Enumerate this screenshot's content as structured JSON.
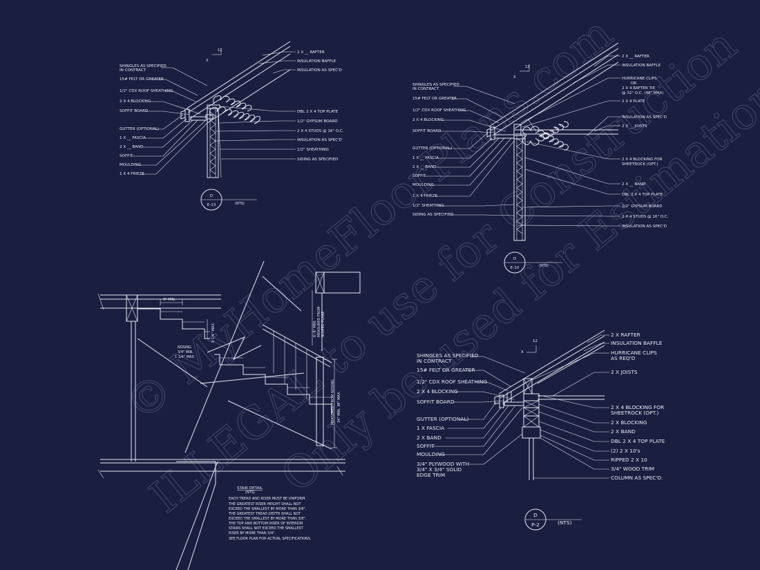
{
  "colors": {
    "background": "#1b1f3f",
    "linework": "#e6e8f5",
    "watermark": "#969ec8"
  },
  "watermark": {
    "line1": "© MyHomeFloorPlans.com",
    "line2": "ILLEGAL to use for Construction",
    "line3": "Only be used for Estimations"
  },
  "detail_e13": {
    "circle_letter": "D",
    "circle_sheet": "E-13",
    "scale": "(NTS)",
    "pitch_run": "X",
    "pitch_rise": "12",
    "labels_left": [
      "SHINGLES AS SPECIFIED",
      "IN CONTRACT",
      "15# FELT OR GREATER",
      "1/2\" CDX ROOF SHEATHING",
      "2 X 4 BLOCKING",
      "SOFFIT BOARD",
      "GUTTER (OPTIONAL)",
      "1 X __ FASCIA",
      "2 X __ BAND",
      "SOFFIT",
      "MOULDING",
      "1 X 4 FRIEZE"
    ],
    "labels_right": [
      "2 X __ RAFTER",
      "INSULATION BAFFLE",
      "INSULATION AS SPEC'D",
      "DBL 2 X 4 TOP PLATE",
      "1/2\" GYPSUM BOARD",
      "2 X 4 STUDS @ 16\" O.C.",
      "INSULATION AS SPEC'D",
      "1/2\" SHEATHING",
      "SIDING AS SPECIFIED"
    ]
  },
  "detail_e10": {
    "circle_letter": "D",
    "circle_sheet": "E-10",
    "scale": "(NTS)",
    "pitch_run": "X",
    "pitch_rise": "12",
    "labels_left": [
      "SHINGLES AS SPECIFIED",
      "IN CONTRACT",
      "15# FELT OR GREATER",
      "1/2\" CDX ROOF SHEATHING",
      "2 X 4 BLOCKING",
      "SOFFIT BOARD",
      "GUTTER (OPTIONAL)",
      "1 X __ FASCIA",
      "2 X __ BAND",
      "SOFFIT",
      "MOULDING",
      "1 X 4 FRIEZE",
      "1/2\" SHEATHING",
      "SIDING AS SPECIFIED"
    ],
    "labels_right": [
      "2 X __ RAFTER",
      "INSULATION BAFFLE",
      "HURRICANE CLIPS",
      "OR",
      "2 X 4 RAFTER TIE",
      "@ 32\" O.C. (48\" MAX)",
      "2 X 4 PLATE",
      "INSULATION AS SPEC'D",
      "2 X __ JOISTS",
      "2 X 4 BLOCKING FOR",
      "SHEETROCK (OPT.)",
      "2 X __ BAND",
      "DBL 2 X 4 TOP PLATE",
      "1/2\" GYPSUM BOARD",
      "2 X 4 STUDS @ 16\" O.C.",
      "INSULATION AS SPEC'D"
    ]
  },
  "stair_detail": {
    "title": "STAIR DETAIL",
    "scale": "(NTS)",
    "dim_tread": "9\" MIN.",
    "dim_riser": "8 1/4\" MAX.",
    "nosing_1": "NOSING",
    "nosing_2": "3/4\" MIN.",
    "nosing_3": "1 1/4\" MAX.",
    "headroom_1": "6'-8\" MIN.",
    "headroom_2": "MEASURED FROM",
    "headroom_3": "SLOPED PLANE",
    "rail_1": "MEASURED FROM NOSING",
    "rail_2": "34\" MIN. 38\" MAX.",
    "notes": [
      "EACH TREAD AND RISER MUST BE UNIFORM.",
      "THE GREATEST RISER HEIGHT SHALL NOT",
      "EXCEED THE SMALLEST BY MORE THAN 3/8\".",
      "THE GREATEST TREAD DEPTH SHALL NOT",
      "EXCEED THE SMALLEST BY MORE THAN 3/8\".",
      "THE TOP AND BOTTOM RISER OF INTERIOR",
      "STAIRS SHALL NOT EXCEED THE SMALLEST",
      "RISER BY MORE THAN 3/4\".",
      "SEE FLOOR PLAN FOR ACTUAL SPECIFICATIONS."
    ]
  },
  "detail_p2": {
    "circle_letter": "D",
    "circle_sheet": "P-2",
    "scale": "(NTS)",
    "pitch_run": "X",
    "pitch_rise": "12",
    "labels_left": [
      "SHINGLES AS SPECIFIED",
      "IN CONTRACT",
      "15# FELT OR GREATER",
      "1/2\" CDX ROOF SHEATHING",
      "2 X 4 BLOCKING",
      "SOFFIT BOARD",
      "GUTTER (OPTIONAL)",
      "1 X    FASCIA",
      "2 X    BAND",
      "SOFFIT",
      "MOULDING",
      "3/4\" PLYWOOD WITH",
      "3/4\" X 3/4\" SOLID",
      "EDGE TRIM"
    ],
    "labels_right": [
      "2 X    RAFTER",
      "INSULATION BAFFLE",
      "HURRICANE CLIPS",
      "AS REQ'D",
      "2 X    JOISTS",
      "2 X 4 BLOCKING FOR",
      "SHEETROCK (OPT.)",
      "2 X    BLOCKING",
      "2 X    BAND",
      "DBL 2 X 4 TOP PLATE",
      "(2) 2 X 10's",
      "RIPPED 2 X 10",
      "3/4\" WOOD TRIM",
      "COLUMN AS SPEC'D."
    ]
  }
}
